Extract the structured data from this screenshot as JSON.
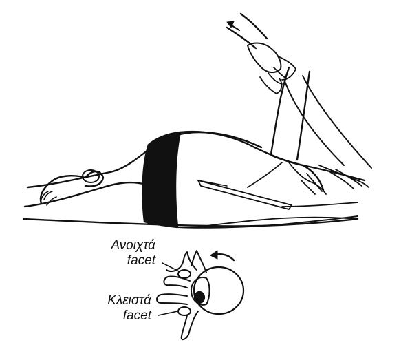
{
  "labels": {
    "open_facet_line1": "Ανοιχτά",
    "open_facet_line2": "facet",
    "closed_facet_line1": "Κλειστά",
    "closed_facet_line2": "facet"
  },
  "colors": {
    "ink": "#111111",
    "background": "#ffffff",
    "shorts": "#111111"
  },
  "icons": {
    "rotation_arrow": "curved-arrow-left-icon",
    "pull_arrow": "arrow-up-left-icon"
  }
}
